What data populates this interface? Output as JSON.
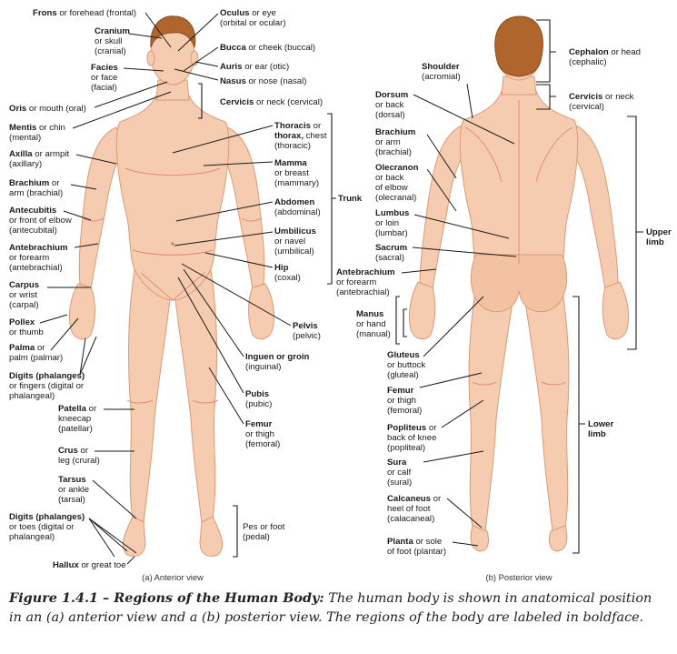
{
  "anterior": {
    "view_label": "(a) Anterior view",
    "labels": {
      "frons": {
        "bold": "Frons",
        "rest": " or forehead (frontal)"
      },
      "cranium": {
        "bold": "Cranium",
        "l2": "or skull",
        "l3": "(cranial)"
      },
      "facies": {
        "bold": "Facies",
        "l2": "or face",
        "l3": "(facial)"
      },
      "oris": {
        "bold": "Oris",
        "rest": " or mouth (oral)"
      },
      "mentis": {
        "bold": "Mentis",
        "rest": " or chin",
        "l2": "(mental)"
      },
      "axilla": {
        "bold": "Axilla",
        "rest": " or armpit",
        "l2": "(axillary)"
      },
      "brachium": {
        "bold": "Brachium",
        "rest": " or",
        "l2": "arm (brachial)"
      },
      "antecubitis": {
        "bold": "Antecubitis",
        "l2": "or front of elbow",
        "l3": "(antecubital)"
      },
      "antebrachium": {
        "bold": "Antebrachium",
        "l2": "or forearm",
        "l3": "(antebrachial)"
      },
      "carpus": {
        "bold": "Carpus",
        "l2": "or wrist",
        "l3": "(carpal)"
      },
      "pollex": {
        "bold": "Pollex",
        "l2": "or thumb"
      },
      "palma": {
        "bold": "Palma",
        "rest": " or",
        "l2": "palm (palmar)"
      },
      "digits_hand": {
        "bold": "Digits (phalanges)",
        "l2": "or fingers (digital or",
        "l3": "phalangeal)"
      },
      "patella": {
        "bold": "Patella",
        "rest": " or",
        "l2": "kneecap",
        "l3": "(patellar)"
      },
      "crus": {
        "bold": "Crus",
        "rest": " or",
        "l2": "leg (crural)"
      },
      "tarsus": {
        "bold": "Tarsus",
        "l2": "or ankle",
        "l3": "(tarsal)"
      },
      "digits_foot": {
        "bold": "Digits (phalanges)",
        "l2": "or toes (digital or",
        "l3": "phalangeal)"
      },
      "hallux": {
        "bold": "Hallux",
        "rest": " or great toe"
      },
      "oculus": {
        "bold": "Oculus",
        "rest": " or eye",
        "l2": "(orbital or ocular)"
      },
      "bucca": {
        "bold": "Bucca",
        "rest": " or cheek (buccal)"
      },
      "auris": {
        "bold": "Auris",
        "rest": " or ear (otic)"
      },
      "nasus": {
        "bold": "Nasus",
        "rest": " or nose (nasal)"
      },
      "cervicis": {
        "bold": "Cervicis",
        "rest": " or neck (cervical)"
      },
      "thoracis": {
        "bold": "Thoracis",
        "rest": " or",
        "l2b": "thorax,",
        "l2r": " chest",
        "l3": "(thoracic)"
      },
      "mamma": {
        "bold": "Mamma",
        "l2": "or breast",
        "l3": "(mammary)"
      },
      "abdomen": {
        "bold": "Abdomen",
        "l2": "(abdominal)"
      },
      "umbilicus": {
        "bold": "Umbilicus",
        "l2": "or navel",
        "l3": "(umbilical)"
      },
      "hip": {
        "bold": "Hip",
        "l2": "(coxal)"
      },
      "pelvis": {
        "bold": "Pelvis",
        "l2": "(pelvic)"
      },
      "inguen": {
        "bold": "Inguen or groin",
        "l2": "(inguinal)"
      },
      "pubis": {
        "bold": "Pubis",
        "l2": "(pubic)"
      },
      "femur": {
        "bold": "Femur",
        "l2": "or thigh",
        "l3": "(femoral)"
      },
      "trunk": {
        "bold": "Trunk"
      },
      "pes": {
        "l1": "Pes or foot",
        "l2": "(pedal)"
      }
    }
  },
  "posterior": {
    "view_label": "(b) Posterior view",
    "labels": {
      "shoulder": {
        "bold": "Shoulder",
        "l2": "(acromial)"
      },
      "dorsum": {
        "bold": "Dorsum",
        "l2": "or back",
        "l3": "(dorsal)"
      },
      "brachium": {
        "bold": "Brachium",
        "l2": "or arm",
        "l3": "(brachial)"
      },
      "olecranon": {
        "bold": "Olecranon",
        "l2": "or back",
        "l3": "of elbow",
        "l4": "(olecranal)"
      },
      "lumbus": {
        "bold": "Lumbus",
        "l2": "or loin",
        "l3": "(lumbar)"
      },
      "sacrum": {
        "bold": "Sacrum",
        "l2": "(sacral)"
      },
      "antebrachium": {
        "bold": "Antebrachium",
        "l2": "or forearm",
        "l3": "(antebrachial)"
      },
      "manus": {
        "bold": "Manus",
        "l2": "or hand",
        "l3": "(manual)"
      },
      "gluteus": {
        "bold": "Gluteus",
        "l2": "or buttock",
        "l3": "(gluteal)"
      },
      "femur": {
        "bold": "Femur",
        "l2": "or thigh",
        "l3": "(femoral)"
      },
      "popliteus": {
        "bold": "Popliteus",
        "rest": " or",
        "l2": "back of knee",
        "l3": "(popliteal)"
      },
      "sura": {
        "bold": "Sura",
        "l2": "or calf",
        "l3": "(sural)"
      },
      "calcaneus": {
        "bold": "Calcaneus",
        "rest": " or",
        "l2": "heel of foot",
        "l3": "(calacaneal)"
      },
      "planta": {
        "bold": "Planta",
        "rest": " or sole",
        "l2": "of foot (plantar)"
      },
      "cephalon": {
        "bold": "Cephalon",
        "rest": " or head",
        "l2": "(cephalic)"
      },
      "cervicis": {
        "bold": "Cervicis",
        "rest": " or neck",
        "l2": "(cervical)"
      },
      "upper_limb": {
        "l1": "Upper",
        "l2": "limb"
      },
      "lower_limb": {
        "l1": "Lower",
        "l2": "limb"
      }
    }
  },
  "caption": {
    "title": "Figure 1.4.1 – Regions of the Human Body:",
    "text": " The human body is shown in anatomical position in an (a) anterior view and a (b) posterior view. The regions of the body are labeled in boldface."
  },
  "colors": {
    "skin": "#f6ccb0",
    "hair": "#b0652c",
    "region_lines": "#e48a78",
    "outline": "#d99a78"
  }
}
